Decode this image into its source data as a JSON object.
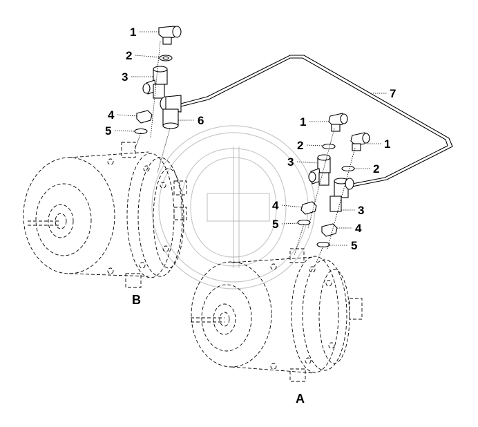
{
  "callouts": {
    "c1": "1",
    "c2": "2",
    "c3": "3",
    "c4": "4",
    "c5": "5",
    "c6": "6",
    "c7": "7",
    "r1a": "1",
    "r2a": "2",
    "r3a": "3",
    "r4a": "4",
    "r5a": "5",
    "r1b": "1",
    "r2b": "2",
    "r3b": "3",
    "r4b": "4",
    "r5b": "5"
  },
  "motors": {
    "left": "B",
    "right": "A"
  },
  "watermark_icon": "logo-watermark",
  "colors": {
    "line": "#000000",
    "watermark": "#9a9a9a"
  }
}
